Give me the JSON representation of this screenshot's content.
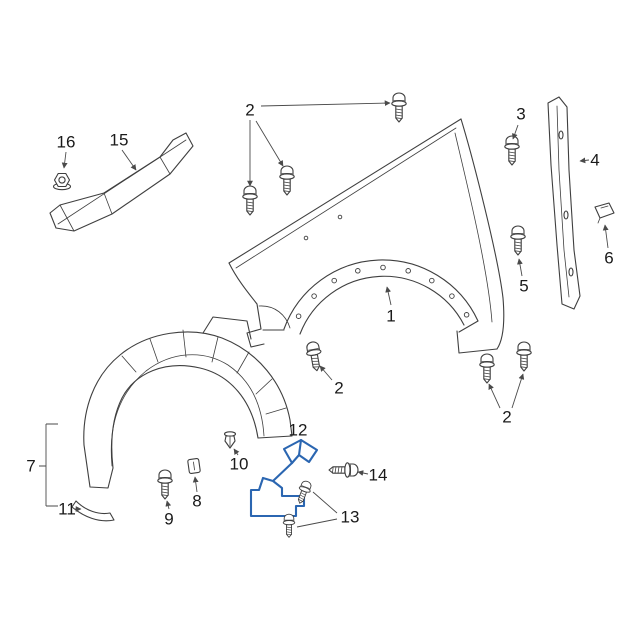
{
  "image": {
    "description": "Exploded parts diagram of a vehicle front fender, fender liner and mounting hardware with numbered callouts; the part 12 bracket is highlighted in blue",
    "background_color": "#ffffff",
    "line_color": "#3f3f3f",
    "label_color": "#1a1a1a",
    "highlight_color": "#2b66b1"
  },
  "callouts": [
    {
      "label": "16",
      "part": "flange-nut"
    },
    {
      "label": "15",
      "part": "upper-rail-bracket"
    },
    {
      "label": "2",
      "part": "fender-screws-top"
    },
    {
      "label": "3",
      "part": "screw-rear-upper"
    },
    {
      "label": "4",
      "part": "rear-mounting-strip"
    },
    {
      "label": "6",
      "part": "rear-clip"
    },
    {
      "label": "5",
      "part": "screw-rear-lower"
    },
    {
      "label": "1",
      "part": "fender-panel"
    },
    {
      "label": "2",
      "part": "fender-screw-front-lower"
    },
    {
      "label": "2",
      "part": "fender-screws-rear-lower"
    },
    {
      "label": "7",
      "part": "fender-liner"
    },
    {
      "label": "11",
      "part": "seal-strip"
    },
    {
      "label": "9",
      "part": "liner-screw"
    },
    {
      "label": "8",
      "part": "liner-grommet"
    },
    {
      "label": "10",
      "part": "liner-push-clip"
    },
    {
      "label": "12",
      "part": "highlighted-bracket"
    },
    {
      "label": "14",
      "part": "bracket-screw"
    },
    {
      "label": "13",
      "part": "bracket-clips"
    }
  ]
}
